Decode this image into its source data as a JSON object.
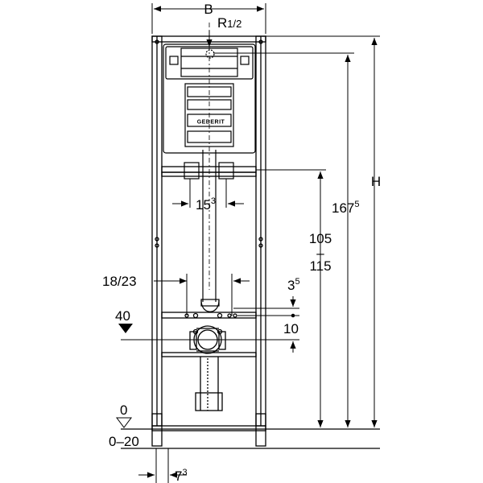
{
  "dimensions": {
    "width_label": "B",
    "connection_label": "R",
    "connection_fraction": "1/2",
    "height_label": "H",
    "height_167": {
      "base": "167",
      "sup": "5"
    },
    "height_105": "105",
    "height_dash": "–",
    "height_115": "115",
    "width_15": {
      "base": "15",
      "sup": "3"
    },
    "width_18_23": "18/23",
    "offset_3": {
      "base": "3",
      "sup": "5"
    },
    "level_40": "40",
    "offset_10": "10",
    "floor_zero": "0",
    "floor_range": "0–20",
    "foot_offset": {
      "base": "7",
      "sup": "3"
    }
  },
  "brand_label": "GEBERIT"
}
